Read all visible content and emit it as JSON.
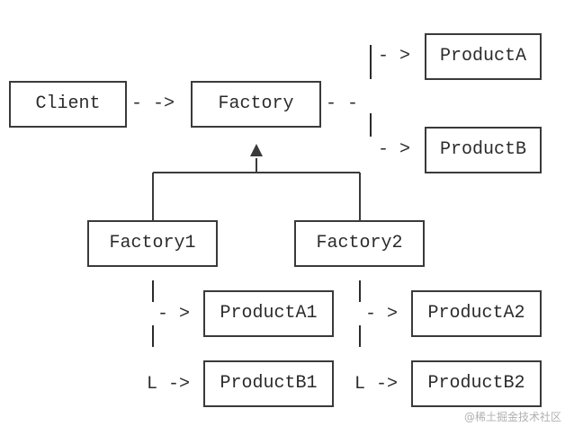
{
  "diagram": {
    "nodes": {
      "client": "Client",
      "factory": "Factory",
      "product_a": "ProductA",
      "product_b": "ProductB",
      "factory1": "Factory1",
      "factory2": "Factory2",
      "product_a1": "ProductA1",
      "product_b1": "ProductB1",
      "product_a2": "ProductA2",
      "product_b2": "ProductB2"
    },
    "edge_labels": {
      "client_to_factory": "- ->",
      "factory_branch": "- -",
      "to_product_a": "- >",
      "to_product_b": "- >",
      "f1_to_a1": "- >",
      "f1_to_b1": "L ->",
      "f2_to_a2": "- >",
      "f2_to_b2": "L ->"
    }
  },
  "watermark": "@稀土掘金技术社区"
}
